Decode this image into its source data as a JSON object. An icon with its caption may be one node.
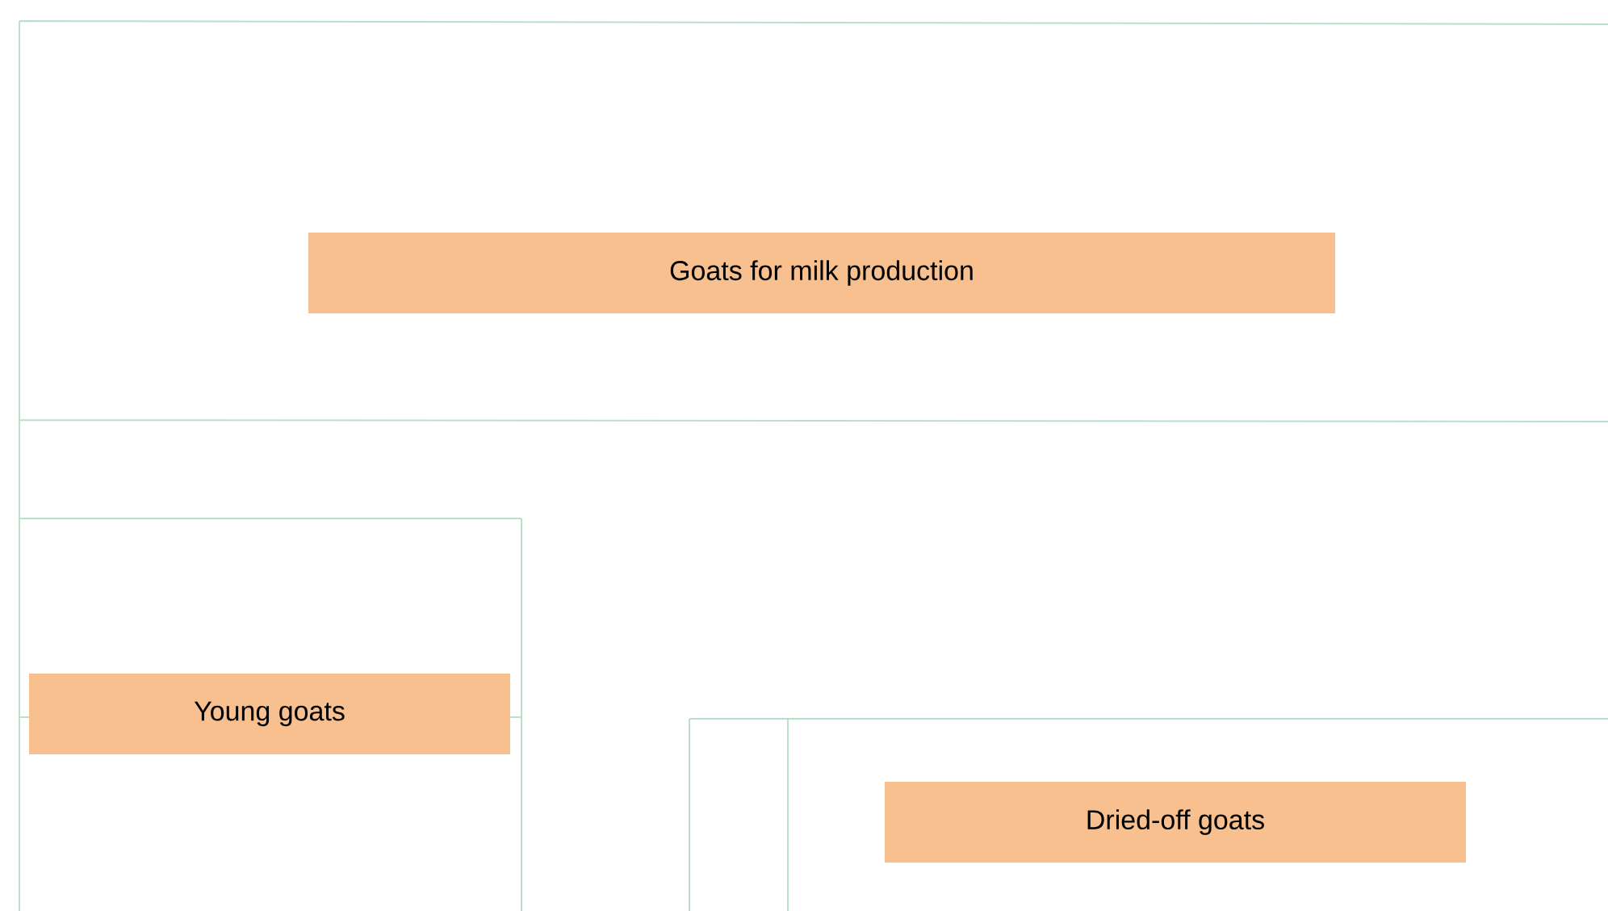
{
  "diagram": {
    "nodes": [
      {
        "text": [
          "Goats for milk production"
        ]
      },
      {
        "text": [
          "Young goats"
        ]
      },
      {
        "text": [
          "Dried-off goats"
        ]
      }
    ]
  }
}
